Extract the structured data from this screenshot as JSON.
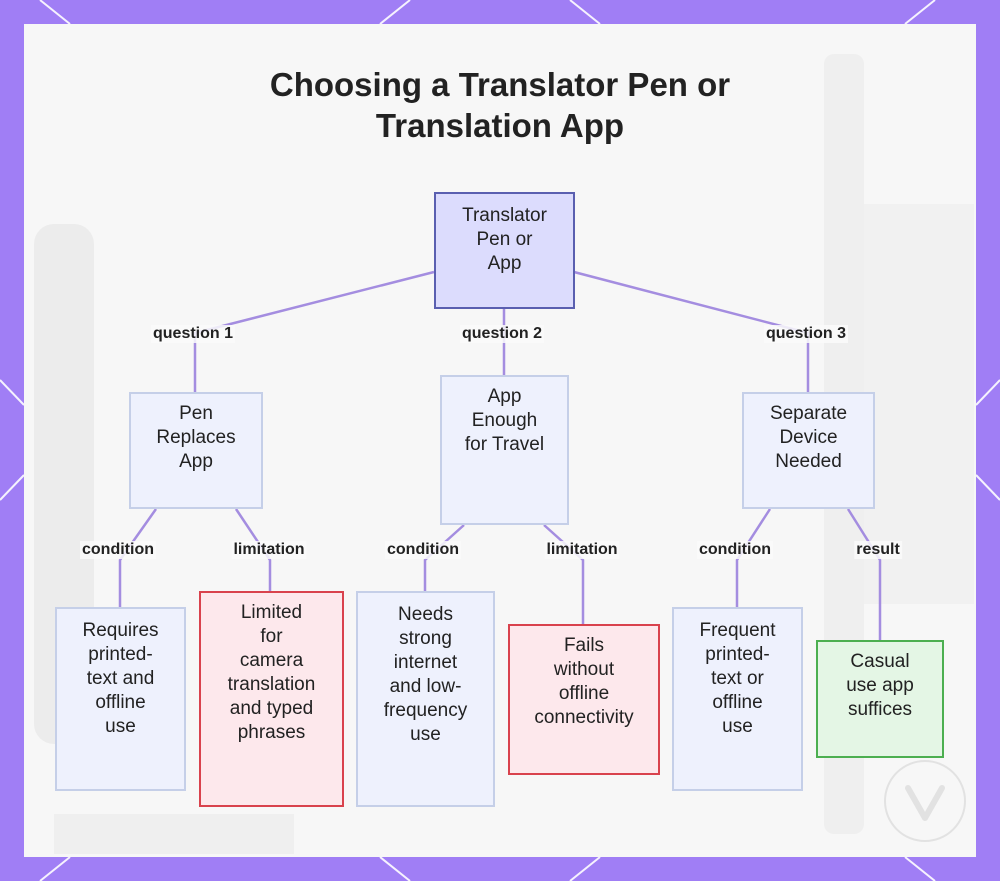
{
  "diagram": {
    "title_line1": "Choosing a Translator Pen or",
    "title_line2": "Translation App",
    "colors": {
      "frame": "#a07ef5",
      "edge": "#a48de0",
      "root_fill": "#dcdcfd",
      "root_border": "#5a5fb0",
      "node_fill": "#eef1fd",
      "node_border": "#c5cfe8",
      "limit_fill": "#fde8ec",
      "limit_border": "#d9424d",
      "result_fill": "#e4f6e5",
      "result_border": "#4caf50"
    },
    "nodes": {
      "root": "Translator\nPen or\nApp",
      "pen_replaces": "Pen\nReplaces\nApp",
      "app_enough": "App\nEnough\nfor Travel",
      "separate_device": "Separate\nDevice\nNeeded",
      "requires_printed": "Requires\nprinted-\ntext and\noffline\nuse",
      "limited_camera": "Limited\nfor\ncamera\ntranslation\nand typed\nphrases",
      "needs_internet": "Needs\nstrong\ninternet\nand low-\nfrequency\nuse",
      "fails_offline": "Fails\nwithout\noffline\nconnectivity",
      "frequent_printed": "Frequent\nprinted-\ntext or\noffline\nuse",
      "casual_app": "Casual\nuse app\nsuffices"
    },
    "edge_labels": {
      "q1": "question 1",
      "q2": "question 2",
      "q3": "question 3",
      "c1": "condition",
      "l1": "limitation",
      "c2": "condition",
      "l2": "limitation",
      "c3": "condition",
      "r3": "result"
    }
  }
}
